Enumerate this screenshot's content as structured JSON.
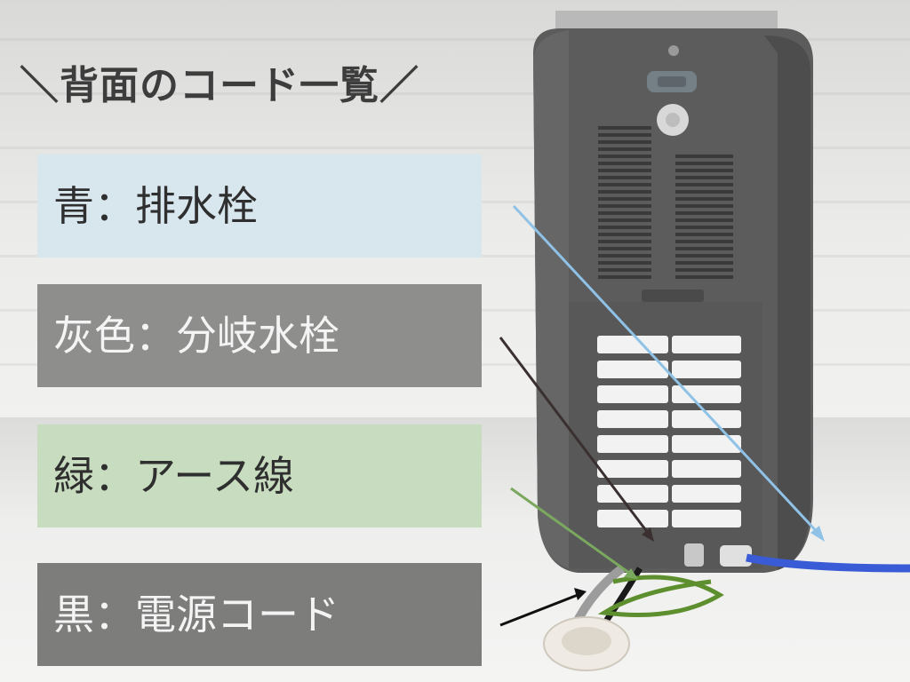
{
  "title": "＼背面のコード一覧／",
  "labels": {
    "blue": "青：排水栓",
    "gray": "灰色：分岐水栓",
    "green": "緑：アース線",
    "black": "黒：電源コード"
  },
  "colors": {
    "blue_band": "#d8e6ee",
    "gray_band": "#8e8e8d",
    "green_band": "#c8dcc0",
    "black_band": "#7d7d7c",
    "arrow_blue": "#8fc2e6",
    "arrow_gray": "#3a3030",
    "arrow_green": "#7aa85e",
    "arrow_black": "#111111"
  }
}
